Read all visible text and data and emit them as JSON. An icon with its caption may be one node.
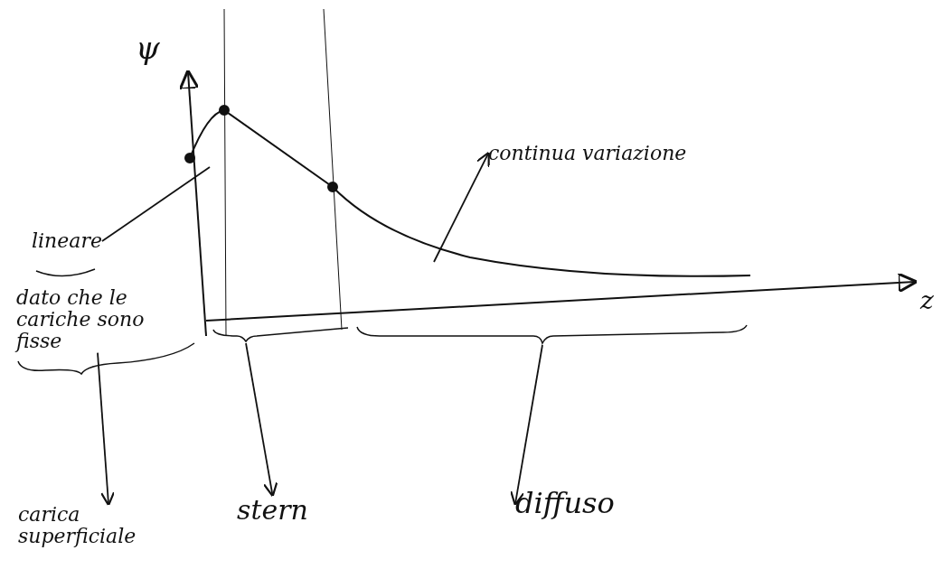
{
  "diagram": {
    "nodes": [
      {
        "text": [
          "lineare"
        ]
      },
      {
        "text": [
          "dato che le cariche sono fisse"
        ]
      },
      {
        "text": [
          "carica superficiale"
        ]
      },
      {
        "text": [
          "stern"
        ]
      },
      {
        "text": [
          "diffuso"
        ]
      },
      {
        "text": [
          "continua variazione"
        ]
      }
    ],
    "edges": [
      {
        "from": null,
        "to": 0,
        "arrow": "none"
      },
      {
        "from": 1,
        "to": 2,
        "arrow": "to"
      },
      {
        "from": null,
        "to": 3,
        "arrow": "to"
      },
      {
        "from": null,
        "to": 4,
        "arrow": "to"
      },
      {
        "from": null,
        "to": 5,
        "arrow": "to"
      }
    ],
    "labels": [
      "ψ",
      "z"
    ]
  }
}
